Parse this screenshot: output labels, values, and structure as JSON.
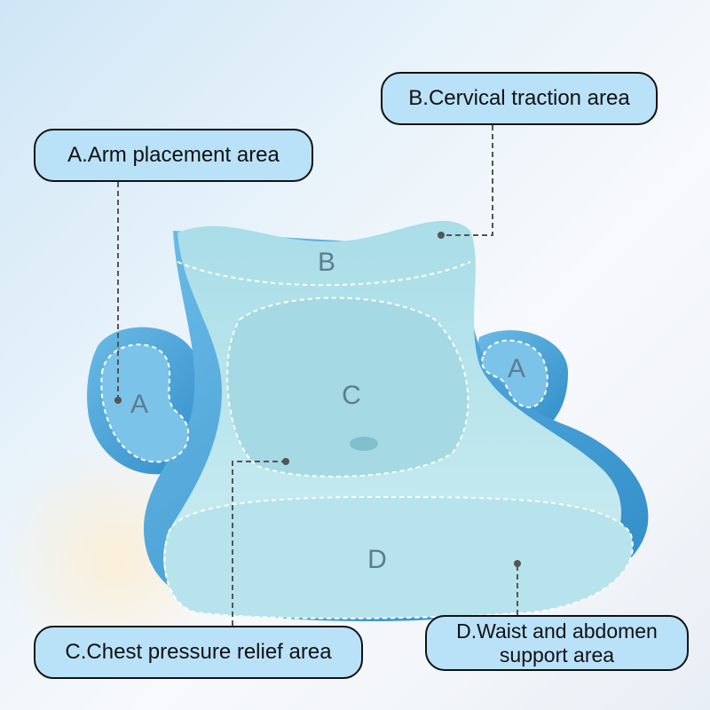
{
  "labels": {
    "a": "A.Arm placement area",
    "b": "B.Cervical traction area",
    "c": "C.Chest pressure relief area",
    "d_line1": "D.Waist and abdomen",
    "d_line2": "support area"
  },
  "zones": {
    "a_left": "A",
    "a_right": "A",
    "b": "B",
    "c": "C",
    "d": "D"
  },
  "colors": {
    "label_fill": "#b9e2f8",
    "pillow_side": "#4aa3d8",
    "pillow_top": "#bfe6ee"
  }
}
